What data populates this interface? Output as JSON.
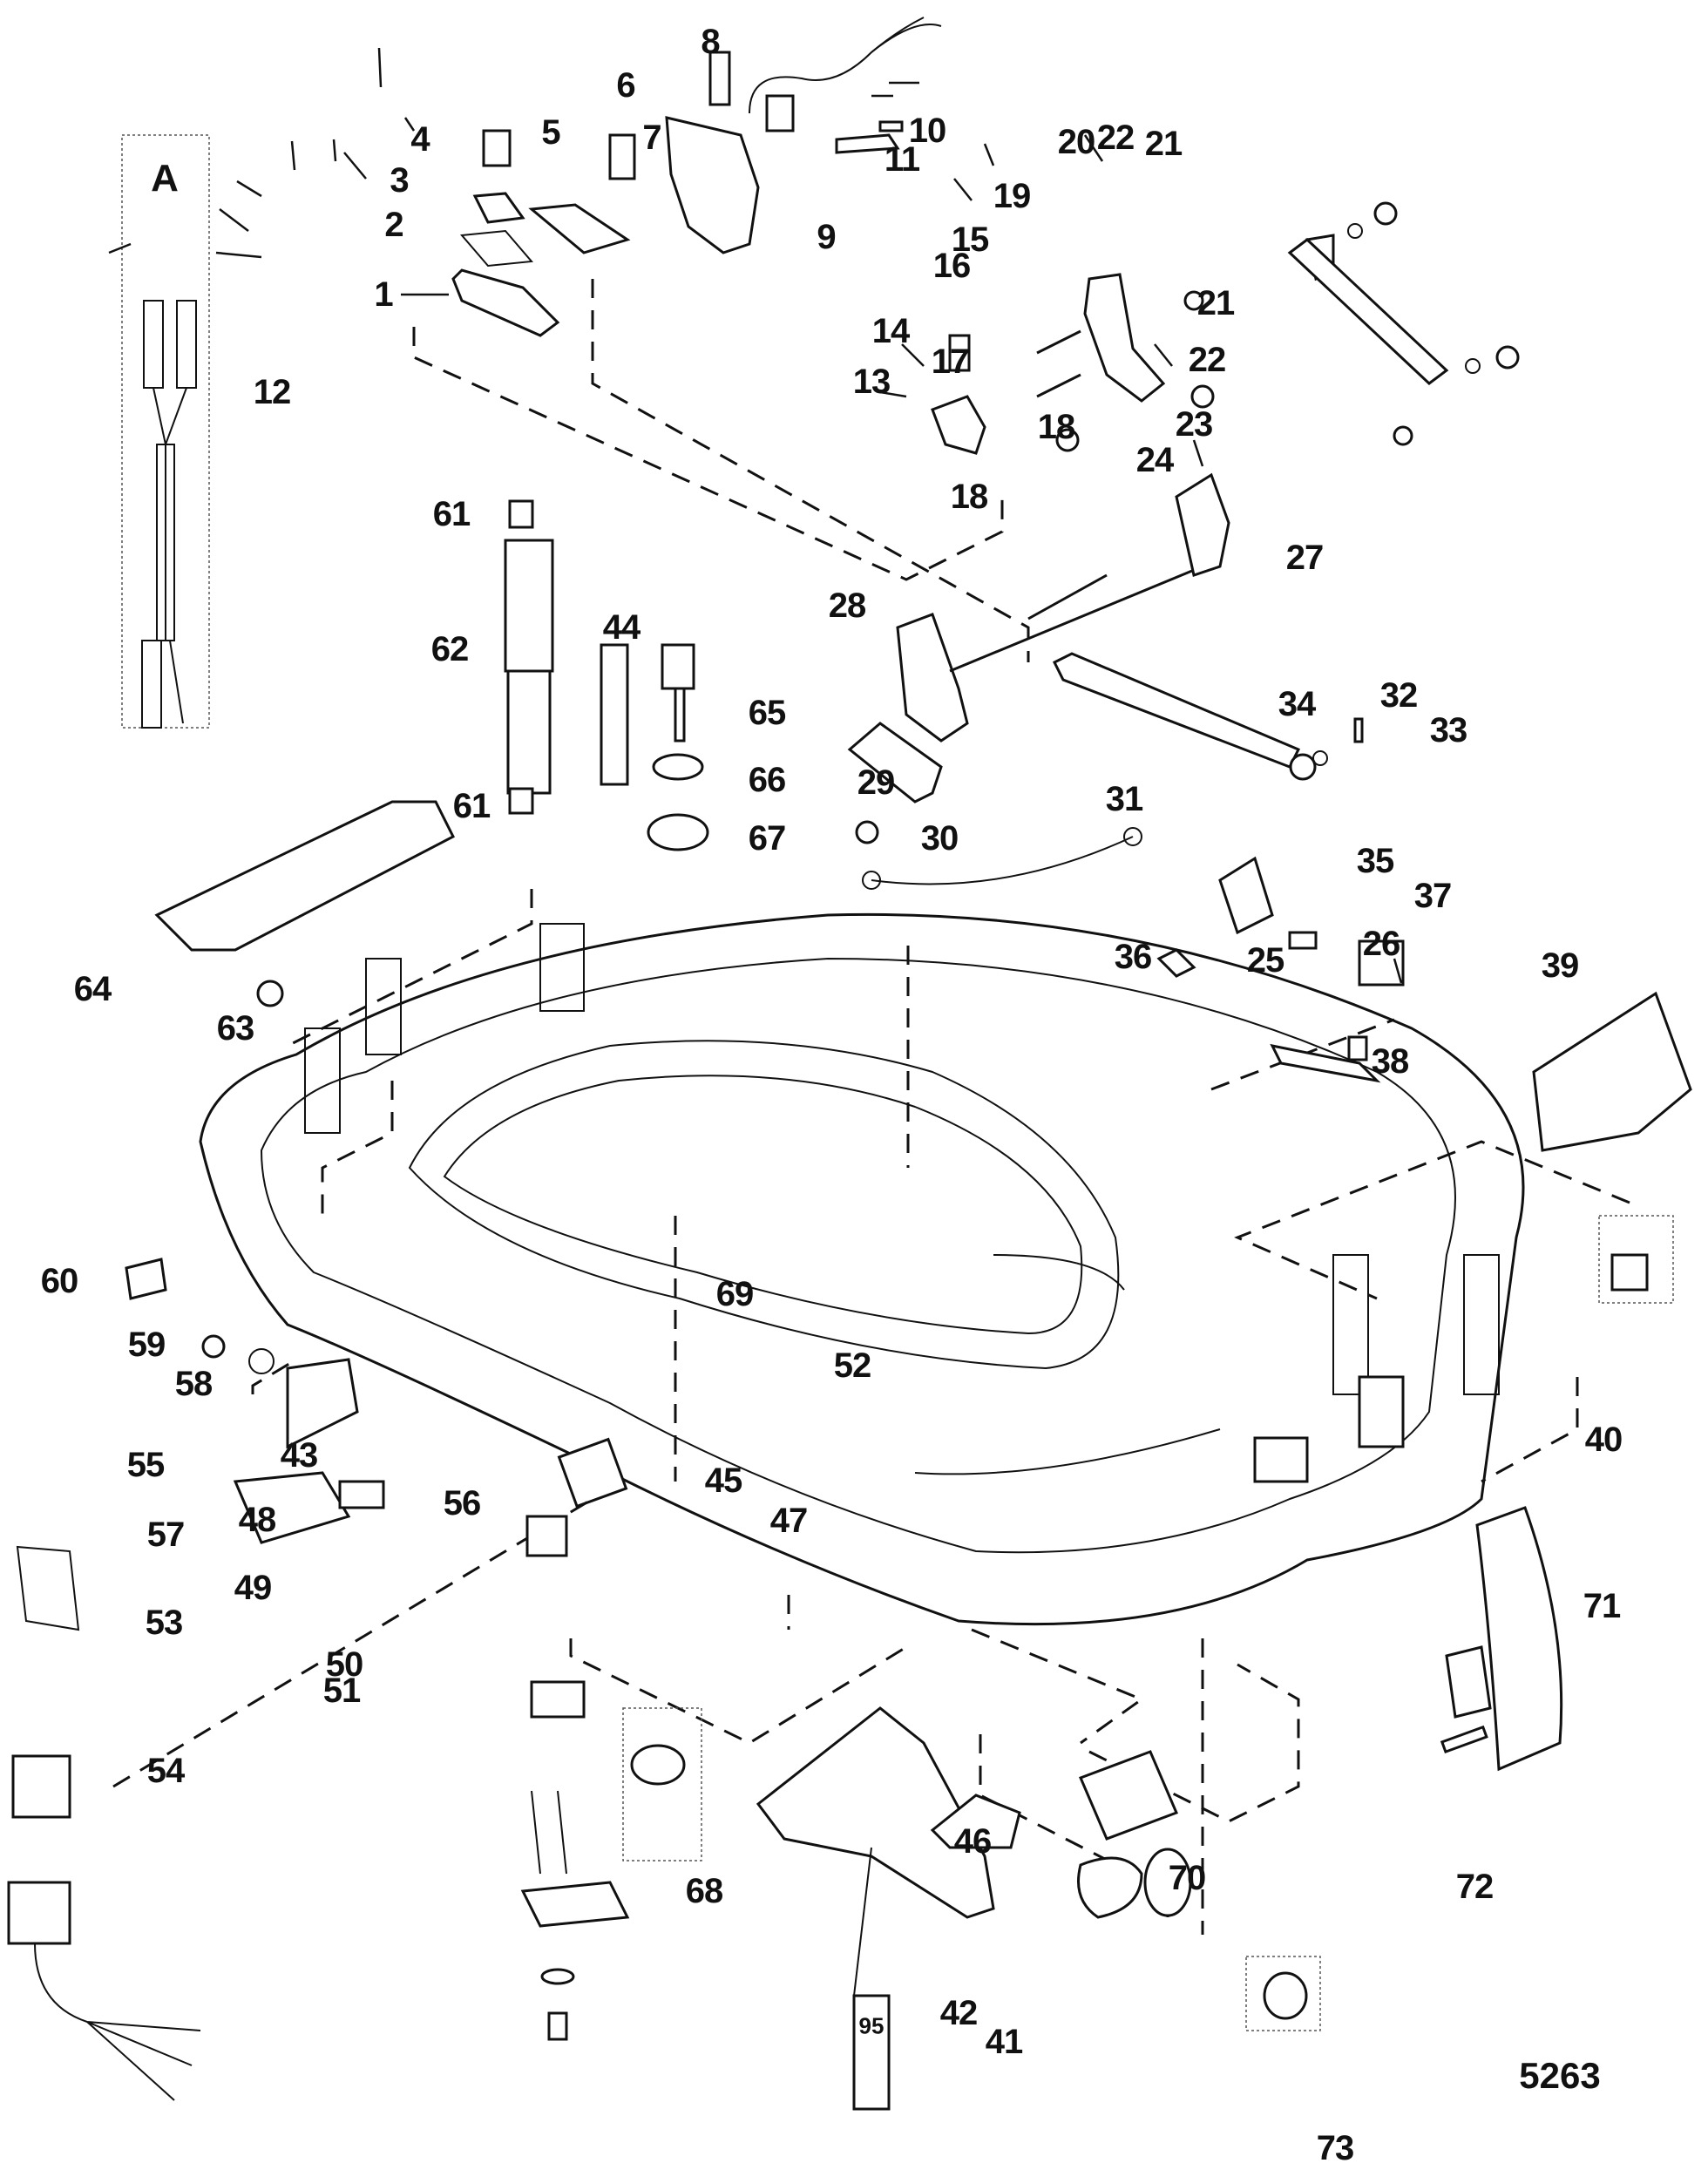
{
  "diagram": {
    "title": "Bottom Cowl exploded parts diagram",
    "figure_number": "5263",
    "inset": {
      "label": "A",
      "callout": "12"
    },
    "sealant_tube_label": "95",
    "callouts": [
      "1",
      "2",
      "3",
      "4",
      "5",
      "6",
      "7",
      "8",
      "9",
      "10",
      "11",
      "12",
      "13",
      "14",
      "15",
      "16",
      "17",
      "18",
      "18",
      "19",
      "20",
      "21",
      "21",
      "22",
      "22",
      "23",
      "24",
      "25",
      "26",
      "27",
      "28",
      "29",
      "30",
      "31",
      "32",
      "33",
      "34",
      "35",
      "36",
      "37",
      "38",
      "39",
      "40",
      "41",
      "42",
      "43",
      "44",
      "45",
      "46",
      "47",
      "48",
      "49",
      "50",
      "51",
      "52",
      "53",
      "54",
      "55",
      "56",
      "57",
      "58",
      "59",
      "60",
      "61",
      "61",
      "62",
      "63",
      "64",
      "65",
      "66",
      "67",
      "68",
      "69",
      "70",
      "71",
      "72",
      "73"
    ]
  }
}
